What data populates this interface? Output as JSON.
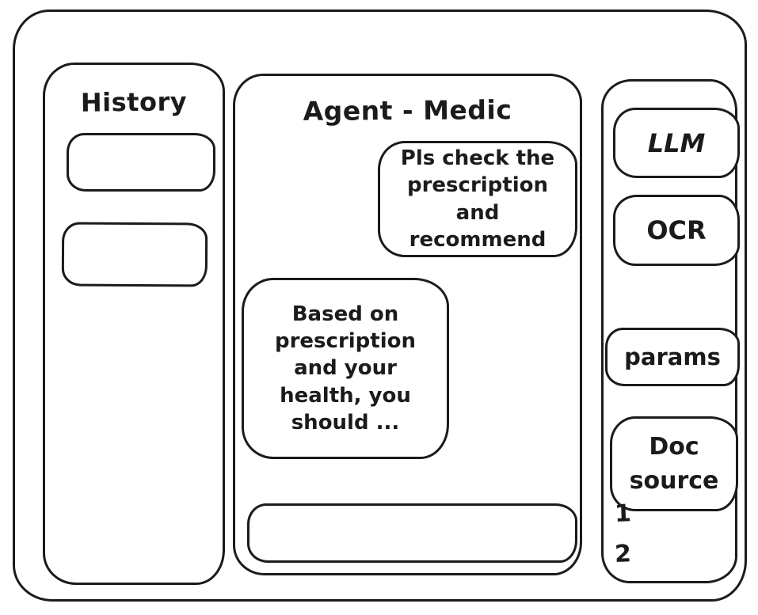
{
  "colors": {
    "stroke": "#1b1b1b",
    "background": "#ffffff"
  },
  "history_panel": {
    "title": "History"
  },
  "chat_panel": {
    "title": "Agent - Medic",
    "messages": [
      {
        "role": "user",
        "text": "Pls check the prescription and recommend"
      },
      {
        "role": "assistant",
        "text": "Based on prescription and your health, you should ..."
      }
    ],
    "input": {
      "value": "",
      "placeholder": ""
    }
  },
  "tools_panel": {
    "buttons": {
      "llm": "LLM",
      "ocr": "OCR",
      "params": "params",
      "doc_source": "Doc source"
    },
    "doc_source_items": [
      "1",
      "2"
    ]
  }
}
